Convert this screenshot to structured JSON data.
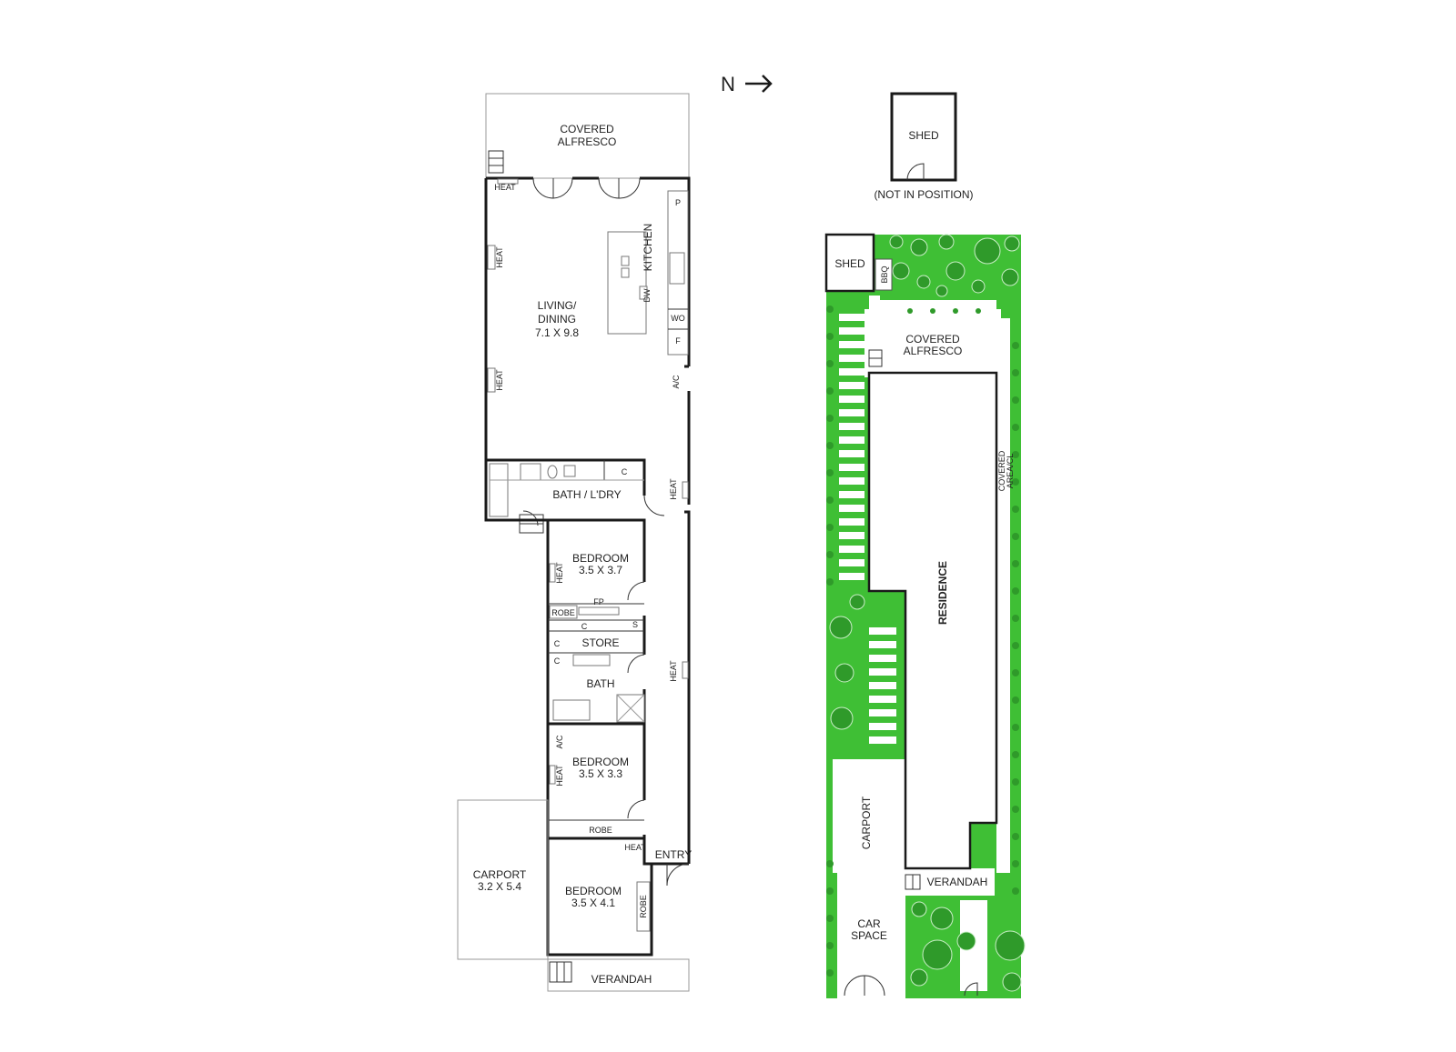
{
  "north_indicator": {
    "label": "N",
    "icon": "arrow-right-icon"
  },
  "colors": {
    "wall": "#1a1a1a",
    "garden": "#3fbf35",
    "tree": "#2f9a2a",
    "path": "#ffffff"
  },
  "floor_plan": {
    "covered_alfresco": [
      "COVERED",
      "ALFRESCO"
    ],
    "living_dining": {
      "name": [
        "LIVING/",
        "DINING"
      ],
      "size": "7.1 X 9.8"
    },
    "kitchen": "KITCHEN",
    "bath_laundry": "BATH / L'DRY",
    "bedroom_1": {
      "name": "BEDROOM",
      "size": "3.5 X 3.7"
    },
    "store": "STORE",
    "bath": "BATH",
    "bedroom_2": {
      "name": "BEDROOM",
      "size": "3.5 X 3.3"
    },
    "bedroom_3": {
      "name": "BEDROOM",
      "size": "3.5 X 4.1"
    },
    "carport": {
      "name": "CARPORT",
      "size": "3.2 X 5.4"
    },
    "entry": "ENTRY",
    "verandah": "VERANDAH",
    "fixtures": {
      "heat": "HEAT",
      "pantry": "P",
      "dishwasher": "DW",
      "wall_oven": "WO",
      "fridge": "F",
      "ac": "A/C",
      "cupboard": "C",
      "robe": "ROBE",
      "fireplace": "FP",
      "shelf": "S"
    }
  },
  "site_plan": {
    "shed_detached": {
      "name": "SHED",
      "note": "(NOT IN POSITION)"
    },
    "shed": "SHED",
    "bbq": "BBQ",
    "covered_alfresco": [
      "COVERED",
      "ALFRESCO"
    ],
    "covered_area": [
      "COVERED",
      "AREA/CL"
    ],
    "residence": "RESIDENCE",
    "carport": "CARPORT",
    "verandah": "VERANDAH",
    "car_space": [
      "CAR",
      "SPACE"
    ]
  }
}
